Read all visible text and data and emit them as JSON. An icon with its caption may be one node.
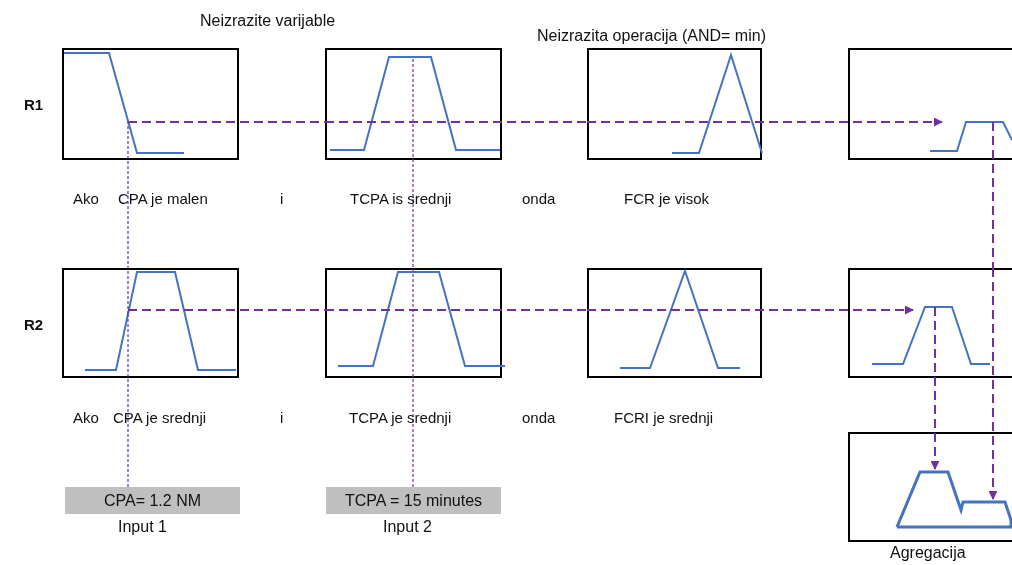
{
  "diagram": {
    "nodes": [
      {
        "text": [],
        "shape": "picture",
        "beside": [
          "CPA je malen"
        ]
      },
      {
        "text": [],
        "shape": "picture",
        "beside": [
          "TCPA is srednji"
        ]
      },
      {
        "text": [],
        "shape": "picture",
        "beside": [
          "FCR je visok"
        ]
      },
      {
        "text": [],
        "shape": "picture"
      },
      {
        "text": [],
        "shape": "picture",
        "beside": [
          "CPA je srednji"
        ]
      },
      {
        "text": [],
        "shape": "picture",
        "beside": [
          "TCPA je srednji"
        ]
      },
      {
        "text": [],
        "shape": "picture",
        "beside": [
          "FCRI je srednji"
        ]
      },
      {
        "text": [],
        "shape": "picture"
      },
      {
        "text": [],
        "shape": "picture",
        "beside": [
          "Agregacija"
        ]
      },
      {
        "text": [
          "CPA= 1.2 NM"
        ],
        "beside": [
          "Input 1"
        ]
      },
      {
        "text": [
          "TCPA = 15 minutes"
        ],
        "beside": [
          "Input 2"
        ]
      }
    ],
    "edges": [
      {
        "from": 0,
        "to": 1,
        "arrow": "none",
        "style": "dashed"
      },
      {
        "from": 1,
        "to": 2,
        "arrow": "none",
        "style": "dashed"
      },
      {
        "from": 2,
        "to": 3,
        "arrow": "to",
        "style": "dashed"
      },
      {
        "from": 4,
        "to": 5,
        "arrow": "none",
        "style": "dashed"
      },
      {
        "from": 5,
        "to": 6,
        "arrow": "none",
        "style": "dashed"
      },
      {
        "from": 6,
        "to": 7,
        "arrow": "to",
        "style": "dashed"
      },
      {
        "from": 9,
        "to": 4,
        "arrow": "none",
        "style": "dashed"
      },
      {
        "from": 4,
        "to": 0,
        "arrow": "none",
        "style": "dashed"
      },
      {
        "from": 10,
        "to": 5,
        "arrow": "none",
        "style": "dashed"
      },
      {
        "from": 5,
        "to": 1,
        "arrow": "none",
        "style": "dashed"
      },
      {
        "from": 7,
        "to": 8,
        "arrow": "to",
        "style": "dashed"
      },
      {
        "from": 3,
        "to": 7,
        "arrow": "none",
        "style": "dashed"
      },
      {
        "from": 7,
        "to": 8,
        "arrow": "to",
        "style": "dashed"
      }
    ],
    "labels": [
      "Neizrazite varijable",
      "Neizrazita operacija (AND= min)",
      "R1",
      "Ako",
      "i",
      "onda",
      "R2",
      "Ako",
      "i",
      "onda"
    ]
  }
}
